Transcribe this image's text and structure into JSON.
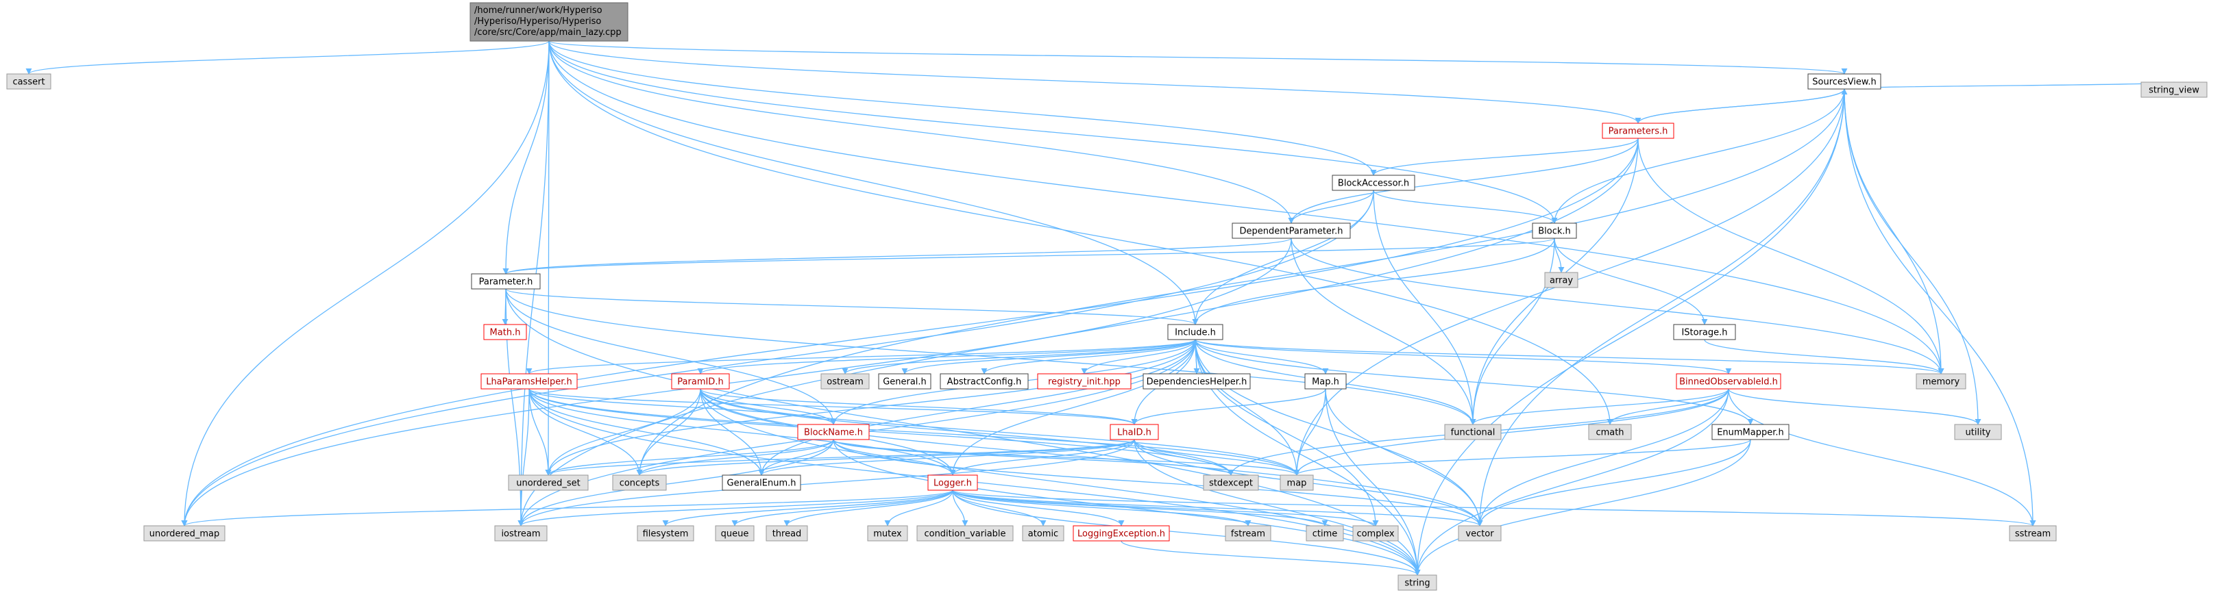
{
  "diagram": {
    "type": "include-dependency-graph",
    "root": "root",
    "colors": {
      "edge": "#63b8ff",
      "root_fill": "#999999",
      "file_fill": "#ffffff",
      "file_border": "#404040",
      "truncated_border": "#ff0000",
      "system_fill": "#e0e0e0",
      "system_border": "#999999",
      "red_text": "#b20000",
      "text": "#000000"
    },
    "nodes": [
      {
        "id": "root",
        "label": "/home/runner/work/Hyperiso\n/Hyperiso/Hyperiso/Hyperiso\n/core/src/Core/app/main_lazy.cpp",
        "kind": "root"
      },
      {
        "id": "cassert",
        "label": "cassert",
        "kind": "system"
      },
      {
        "id": "SourcesView",
        "label": "SourcesView.h",
        "kind": "file"
      },
      {
        "id": "string_view",
        "label": "string_view",
        "kind": "system"
      },
      {
        "id": "Parameters",
        "label": "Parameters.h",
        "kind": "truncated"
      },
      {
        "id": "BlockAccessor",
        "label": "BlockAccessor.h",
        "kind": "file"
      },
      {
        "id": "DependentParameter",
        "label": "DependentParameter.h",
        "kind": "file"
      },
      {
        "id": "Block",
        "label": "Block.h",
        "kind": "file"
      },
      {
        "id": "array",
        "label": "array",
        "kind": "system"
      },
      {
        "id": "Parameter",
        "label": "Parameter.h",
        "kind": "file"
      },
      {
        "id": "Math",
        "label": "Math.h",
        "kind": "truncated"
      },
      {
        "id": "IStorage",
        "label": "IStorage.h",
        "kind": "file"
      },
      {
        "id": "Include",
        "label": "Include.h",
        "kind": "file"
      },
      {
        "id": "memory",
        "label": "memory",
        "kind": "system"
      },
      {
        "id": "LhaParamsHelper",
        "label": "LhaParamsHelper.h",
        "kind": "truncated"
      },
      {
        "id": "ParamID",
        "label": "ParamID.h",
        "kind": "truncated"
      },
      {
        "id": "ostream",
        "label": "ostream",
        "kind": "system"
      },
      {
        "id": "General",
        "label": "General.h",
        "kind": "file"
      },
      {
        "id": "AbstractConfig",
        "label": "AbstractConfig.h",
        "kind": "file"
      },
      {
        "id": "registry_init",
        "label": "registry_init.hpp",
        "kind": "truncated"
      },
      {
        "id": "DependenciesHelper",
        "label": "DependenciesHelper.h",
        "kind": "file"
      },
      {
        "id": "Map",
        "label": "Map.h",
        "kind": "file"
      },
      {
        "id": "BinnedObservableId",
        "label": "BinnedObservableId.h",
        "kind": "truncated"
      },
      {
        "id": "functional",
        "label": "functional",
        "kind": "system"
      },
      {
        "id": "cmath",
        "label": "cmath",
        "kind": "system"
      },
      {
        "id": "utility",
        "label": "utility",
        "kind": "system"
      },
      {
        "id": "EnumMapper",
        "label": "EnumMapper.h",
        "kind": "file"
      },
      {
        "id": "BlockName",
        "label": "BlockName.h",
        "kind": "truncated"
      },
      {
        "id": "LhaID",
        "label": "LhaID.h",
        "kind": "truncated"
      },
      {
        "id": "unordered_set",
        "label": "unordered_set",
        "kind": "system"
      },
      {
        "id": "concepts",
        "label": "concepts",
        "kind": "system"
      },
      {
        "id": "GeneralEnum",
        "label": "GeneralEnum.h",
        "kind": "file"
      },
      {
        "id": "stdexcept",
        "label": "stdexcept",
        "kind": "system"
      },
      {
        "id": "map",
        "label": "map",
        "kind": "system"
      },
      {
        "id": "Logger",
        "label": "Logger.h",
        "kind": "truncated"
      },
      {
        "id": "unordered_map",
        "label": "unordered_map",
        "kind": "system"
      },
      {
        "id": "iostream",
        "label": "iostream",
        "kind": "system"
      },
      {
        "id": "filesystem",
        "label": "filesystem",
        "kind": "system"
      },
      {
        "id": "queue",
        "label": "queue",
        "kind": "system"
      },
      {
        "id": "thread",
        "label": "thread",
        "kind": "system"
      },
      {
        "id": "mutex",
        "label": "mutex",
        "kind": "system"
      },
      {
        "id": "condition_variable",
        "label": "condition_variable",
        "kind": "system"
      },
      {
        "id": "atomic",
        "label": "atomic",
        "kind": "system"
      },
      {
        "id": "LoggingException",
        "label": "LoggingException.h",
        "kind": "truncated"
      },
      {
        "id": "fstream",
        "label": "fstream",
        "kind": "system"
      },
      {
        "id": "ctime",
        "label": "ctime",
        "kind": "system"
      },
      {
        "id": "complex",
        "label": "complex",
        "kind": "system"
      },
      {
        "id": "vector",
        "label": "vector",
        "kind": "system"
      },
      {
        "id": "sstream",
        "label": "sstream",
        "kind": "system"
      },
      {
        "id": "string",
        "label": "string",
        "kind": "system"
      }
    ],
    "edges": [
      [
        "root",
        "cassert"
      ],
      [
        "root",
        "SourcesView"
      ],
      [
        "root",
        "Parameters"
      ],
      [
        "root",
        "BlockAccessor"
      ],
      [
        "root",
        "DependentParameter"
      ],
      [
        "root",
        "Block"
      ],
      [
        "root",
        "Parameter"
      ],
      [
        "root",
        "Include"
      ],
      [
        "root",
        "memory"
      ],
      [
        "root",
        "cmath"
      ],
      [
        "root",
        "unordered_map"
      ],
      [
        "root",
        "unordered_set"
      ],
      [
        "root",
        "iostream"
      ],
      [
        "SourcesView",
        "string_view"
      ],
      [
        "SourcesView",
        "Parameters"
      ],
      [
        "SourcesView",
        "Block"
      ],
      [
        "SourcesView",
        "memory"
      ],
      [
        "SourcesView",
        "utility"
      ],
      [
        "SourcesView",
        "vector"
      ],
      [
        "SourcesView",
        "string"
      ],
      [
        "SourcesView",
        "sstream"
      ],
      [
        "SourcesView",
        "map"
      ],
      [
        "SourcesView",
        "concepts"
      ],
      [
        "Parameters",
        "SourcesView"
      ],
      [
        "Parameters",
        "BlockAccessor"
      ],
      [
        "Parameters",
        "DependentParameter"
      ],
      [
        "Parameters",
        "memory"
      ],
      [
        "Parameters",
        "functional"
      ],
      [
        "Parameters",
        "unordered_map"
      ],
      [
        "Parameters",
        "iostream"
      ],
      [
        "BlockAccessor",
        "Block"
      ],
      [
        "BlockAccessor",
        "DependentParameter"
      ],
      [
        "BlockAccessor",
        "Include"
      ],
      [
        "BlockAccessor",
        "functional"
      ],
      [
        "BlockAccessor",
        "unordered_map"
      ],
      [
        "DependentParameter",
        "Parameter"
      ],
      [
        "DependentParameter",
        "functional"
      ],
      [
        "DependentParameter",
        "memory"
      ],
      [
        "DependentParameter",
        "unordered_map"
      ],
      [
        "Block",
        "Parameter"
      ],
      [
        "Block",
        "Include"
      ],
      [
        "Block",
        "array"
      ],
      [
        "Block",
        "IStorage"
      ],
      [
        "Block",
        "functional"
      ],
      [
        "IStorage",
        "memory"
      ],
      [
        "Parameter",
        "Math"
      ],
      [
        "Parameter",
        "Include"
      ],
      [
        "Parameter",
        "BlockName"
      ],
      [
        "Parameter",
        "iostream"
      ],
      [
        "Parameter",
        "string"
      ],
      [
        "Parameter",
        "functional"
      ],
      [
        "Include",
        "memory"
      ],
      [
        "Include",
        "LhaParamsHelper"
      ],
      [
        "Include",
        "ParamID"
      ],
      [
        "Include",
        "ostream"
      ],
      [
        "Include",
        "General"
      ],
      [
        "Include",
        "AbstractConfig"
      ],
      [
        "Include",
        "registry_init"
      ],
      [
        "Include",
        "DependenciesHelper"
      ],
      [
        "Include",
        "Map"
      ],
      [
        "Include",
        "BinnedObservableId"
      ],
      [
        "Include",
        "EnumMapper"
      ],
      [
        "Include",
        "functional"
      ],
      [
        "Include",
        "vector"
      ],
      [
        "Include",
        "string"
      ],
      [
        "Include",
        "map"
      ],
      [
        "Include",
        "LhaID"
      ],
      [
        "Include",
        "BlockName"
      ],
      [
        "Include",
        "Logger"
      ],
      [
        "Include",
        "complex"
      ],
      [
        "Include",
        "iostream"
      ],
      [
        "Include",
        "unordered_set"
      ],
      [
        "Include",
        "GeneralEnum"
      ],
      [
        "DependenciesHelper",
        "Include"
      ],
      [
        "LhaParamsHelper",
        "BlockName"
      ],
      [
        "LhaParamsHelper",
        "LhaID"
      ],
      [
        "LhaParamsHelper",
        "GeneralEnum"
      ],
      [
        "LhaParamsHelper",
        "unordered_set"
      ],
      [
        "LhaParamsHelper",
        "concepts"
      ],
      [
        "LhaParamsHelper",
        "iostream"
      ],
      [
        "LhaParamsHelper",
        "string"
      ],
      [
        "LhaParamsHelper",
        "stdexcept"
      ],
      [
        "LhaParamsHelper",
        "map"
      ],
      [
        "LhaParamsHelper",
        "Logger"
      ],
      [
        "ParamID",
        "BlockName"
      ],
      [
        "ParamID",
        "LhaID"
      ],
      [
        "ParamID",
        "GeneralEnum"
      ],
      [
        "ParamID",
        "concepts"
      ],
      [
        "ParamID",
        "unordered_set"
      ],
      [
        "ParamID",
        "string"
      ],
      [
        "ParamID",
        "stdexcept"
      ],
      [
        "ParamID",
        "map"
      ],
      [
        "ParamID",
        "Logger"
      ],
      [
        "ParamID",
        "vector"
      ],
      [
        "Map",
        "LhaID"
      ],
      [
        "Map",
        "map"
      ],
      [
        "Map",
        "vector"
      ],
      [
        "Map",
        "string"
      ],
      [
        "BinnedObservableId",
        "functional"
      ],
      [
        "BinnedObservableId",
        "cmath"
      ],
      [
        "BinnedObservableId",
        "utility"
      ],
      [
        "BinnedObservableId",
        "sstream"
      ],
      [
        "BinnedObservableId",
        "vector"
      ],
      [
        "BinnedObservableId",
        "string"
      ],
      [
        "BinnedObservableId",
        "map"
      ],
      [
        "BinnedObservableId",
        "stdexcept"
      ],
      [
        "EnumMapper",
        "map"
      ],
      [
        "EnumMapper",
        "vector"
      ],
      [
        "EnumMapper",
        "string"
      ],
      [
        "BlockName",
        "GeneralEnum"
      ],
      [
        "BlockName",
        "Logger"
      ],
      [
        "BlockName",
        "unordered_set"
      ],
      [
        "BlockName",
        "concepts"
      ],
      [
        "BlockName",
        "stdexcept"
      ],
      [
        "BlockName",
        "map"
      ],
      [
        "BlockName",
        "string"
      ],
      [
        "BlockName",
        "iostream"
      ],
      [
        "BlockName",
        "vector"
      ],
      [
        "LhaID",
        "GeneralEnum"
      ],
      [
        "LhaID",
        "Logger"
      ],
      [
        "LhaID",
        "unordered_set"
      ],
      [
        "LhaID",
        "concepts"
      ],
      [
        "LhaID",
        "stdexcept"
      ],
      [
        "LhaID",
        "map"
      ],
      [
        "LhaID",
        "string"
      ],
      [
        "LhaID",
        "vector"
      ],
      [
        "LhaID",
        "iostream"
      ],
      [
        "Logger",
        "unordered_map"
      ],
      [
        "Logger",
        "iostream"
      ],
      [
        "Logger",
        "filesystem"
      ],
      [
        "Logger",
        "queue"
      ],
      [
        "Logger",
        "thread"
      ],
      [
        "Logger",
        "mutex"
      ],
      [
        "Logger",
        "condition_variable"
      ],
      [
        "Logger",
        "atomic"
      ],
      [
        "Logger",
        "LoggingException"
      ],
      [
        "Logger",
        "fstream"
      ],
      [
        "Logger",
        "ctime"
      ],
      [
        "Logger",
        "complex"
      ],
      [
        "Logger",
        "vector"
      ],
      [
        "Logger",
        "sstream"
      ],
      [
        "Logger",
        "string"
      ],
      [
        "LoggingException",
        "string"
      ]
    ]
  }
}
